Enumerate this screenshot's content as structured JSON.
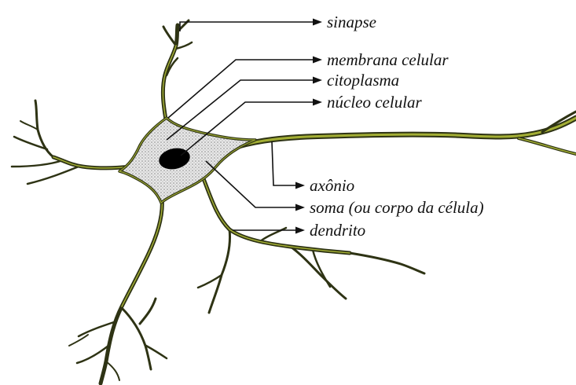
{
  "diagram": {
    "subject": "neurônio",
    "labels": {
      "synapse": "sinapse",
      "membrane": "membrana celular",
      "cytoplasm": "citoplasma",
      "nucleus": "núcleo celular",
      "axon": "axônio",
      "soma": "soma (ou corpo da célula)",
      "dendrite": "dendrito"
    },
    "colors": {
      "outline": "#2e3314",
      "highlight": "#b7c43a",
      "cytoplasm_fill": "#dcdcdc",
      "nucleus": "#000000",
      "text": "#111111"
    }
  }
}
